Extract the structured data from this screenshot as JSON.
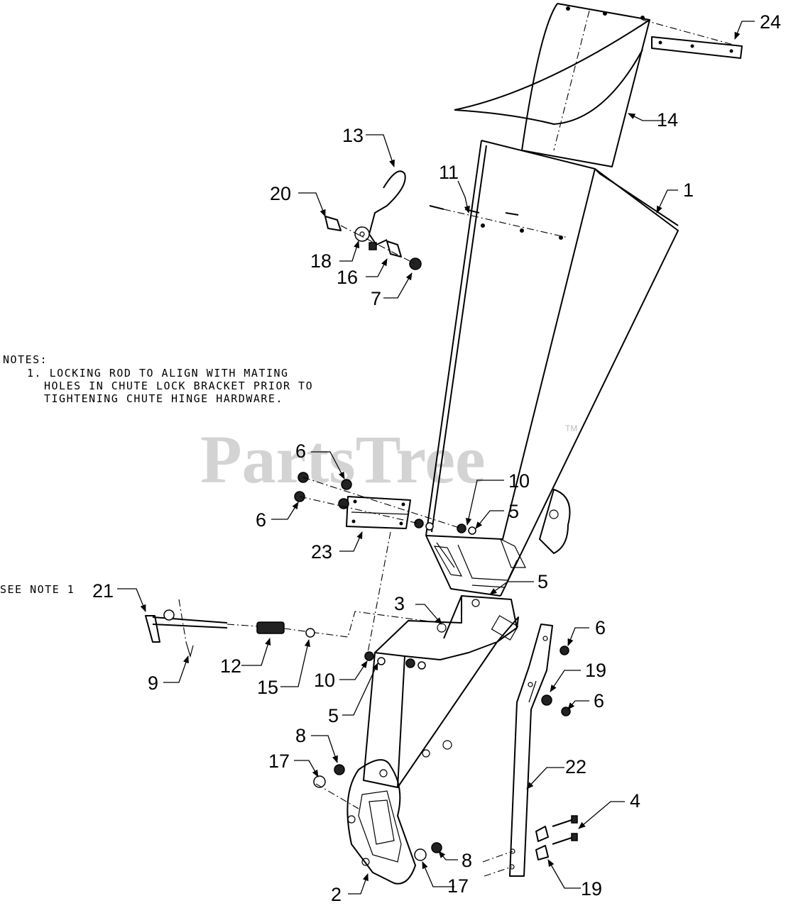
{
  "watermark": {
    "brand": "PartsTree",
    "trademark": "TM"
  },
  "notes": {
    "heading": "NOTES:",
    "lines": [
      "1. LOCKING ROD TO ALIGN WITH MATING",
      "HOLES IN CHUTE LOCK BRACKET PRIOR TO",
      "TIGHTENING CHUTE HINGE HARDWARE."
    ],
    "see_note": "SEE NOTE 1"
  },
  "callouts": {
    "c1": "1",
    "c2": "2",
    "c3": "3",
    "c4": "4",
    "c5a": "5",
    "c5b": "5",
    "c5c": "5",
    "c6a": "6",
    "c6b": "6",
    "c6c": "6",
    "c6d": "6",
    "c7": "7",
    "c8a": "8",
    "c8b": "8",
    "c9": "9",
    "c10a": "10",
    "c10b": "10",
    "c11": "11",
    "c12": "12",
    "c13": "13",
    "c14": "14",
    "c15": "15",
    "c16": "16",
    "c17a": "17",
    "c17b": "17",
    "c18": "18",
    "c19a": "19",
    "c19b": "19",
    "c20": "20",
    "c21": "21",
    "c22": "22",
    "c23": "23",
    "c24": "24"
  }
}
